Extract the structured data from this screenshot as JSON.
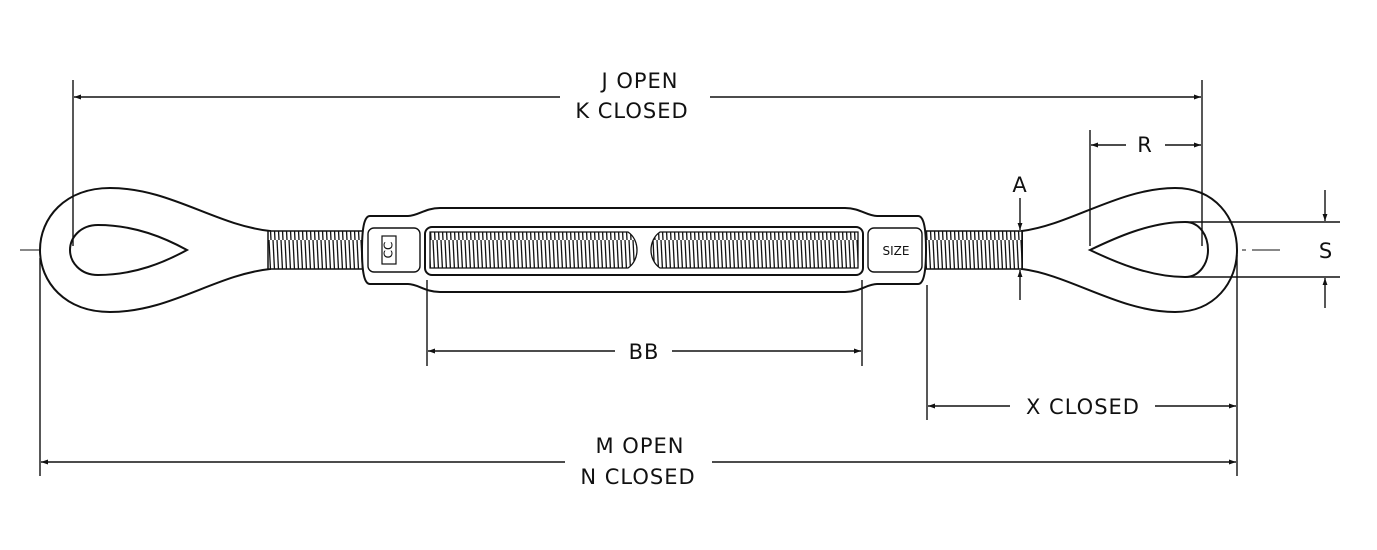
{
  "title": "Turnbuckle eye and eye dimension drawing",
  "dimensions": {
    "j_open": "J OPEN",
    "k_closed": "K CLOSED",
    "r": "R",
    "a": "A",
    "s": "S",
    "bb": "BB",
    "x_closed": "X CLOSED",
    "m_open": "M OPEN",
    "n_closed": "N CLOSED"
  },
  "body_marks": {
    "size": "SIZE",
    "logo": "CC"
  }
}
